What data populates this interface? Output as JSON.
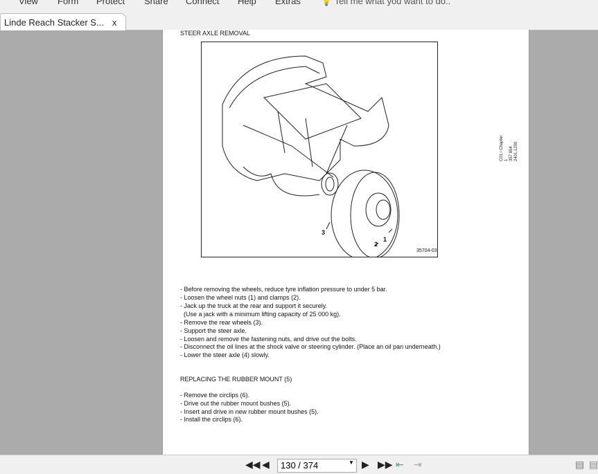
{
  "menu": {
    "items": [
      "View",
      "Form",
      "Protect",
      "Share",
      "Connect",
      "Help",
      "Extras"
    ],
    "tell_me": "Tell me what you want to do.."
  },
  "tab": {
    "label": "Linde Reach Stacker S...",
    "close": "x"
  },
  "document": {
    "heading1": "STEER AXLE REMOVAL",
    "figure": {
      "callouts": [
        "1",
        "2",
        "3"
      ],
      "figure_id": "35704-03"
    },
    "side_note": [
      "C01 / Chapter 1",
      "357 804 2401.1200"
    ],
    "steps1": [
      "- Before removing the wheels, reduce tyre inflation pressure to under 5 bar.",
      "- Loosen the wheel nuts (1) and clamps (2).",
      "- Jack up the truck at the rear and support it securely.",
      "  (Use a jack with a minimum lifting capacity of 25 000 kg).",
      "- Remove the rear wheels (3).",
      "- Support the steer axle.",
      "- Loosen and remove the fastening nuts, and drive out the bolts.",
      "- Disconnect the oil lines at the shock valve or steering cylinder. (Place an oil pan underneath.)",
      "- Lower the steer axle (4) slowly."
    ],
    "heading2": "REPLACING THE RUBBER MOUNT (5)",
    "steps2": [
      "- Remove the circlips (6).",
      "- Drive out the rubber mount bushes (5).",
      "- Insert and drive in new rubber mount bushes (5).",
      "- Install the circlips (6)."
    ]
  },
  "pager": {
    "current": "130 / 374",
    "first": "⏮",
    "prev": "◀",
    "next": "▶",
    "last": "⏭"
  }
}
